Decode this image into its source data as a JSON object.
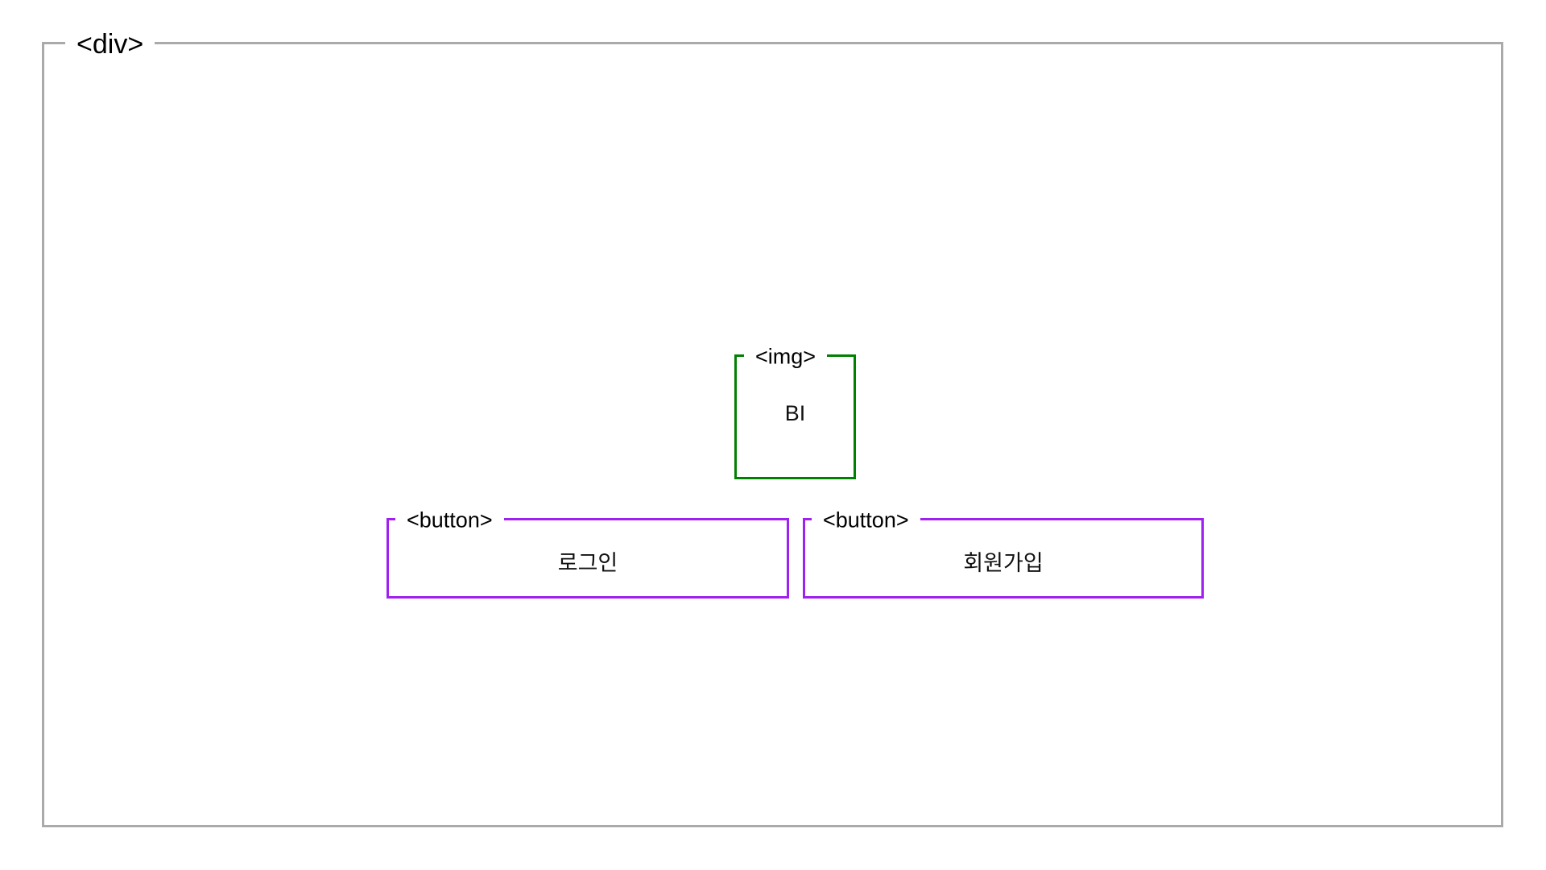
{
  "page": {
    "background_color": "#ffffff",
    "type": "html-wireframe-outline"
  },
  "root": {
    "tag_label": "<div>",
    "border_color": "#aaaaaa"
  },
  "logo": {
    "tag_label": "<img>",
    "border_color": "#008000",
    "alt_text": "BI"
  },
  "buttons": [
    {
      "tag_label": "<button>",
      "label": "로그인",
      "border_color": "#a020f0"
    },
    {
      "tag_label": "<button>",
      "label": "회원가입",
      "border_color": "#a020f0"
    }
  ]
}
